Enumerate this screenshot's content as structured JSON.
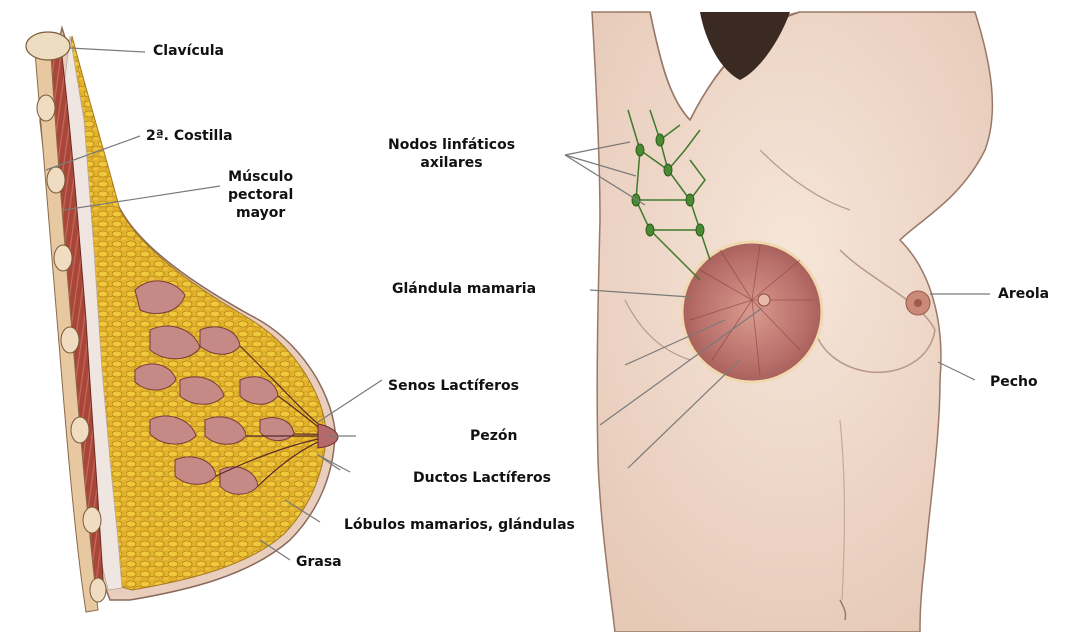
{
  "labels": {
    "clavicula": "Clavícula",
    "costilla": "2ª. Costilla",
    "musculo_l1": "Músculo",
    "musculo_l2": "pectoral",
    "musculo_l3": "mayor",
    "nodos_l1": "Nodos linfáticos",
    "nodos_l2": "axilares",
    "glandula": "Glándula mamaria",
    "areola": "Areola",
    "senos": "Senos Lactíferos",
    "pecho": "Pecho",
    "pezon": "Pezón",
    "ductos": "Ductos Lactíferos",
    "lobulos": "Lóbulos mamarios, glándulas",
    "grasa": "Grasa"
  },
  "colors": {
    "muscle": "#a8463a",
    "fat": "#e2b22c",
    "gland": "#b46a6a",
    "skin": "#f1ddd0",
    "lymph": "#3f7a2a",
    "leader": "#7a7a7a"
  }
}
